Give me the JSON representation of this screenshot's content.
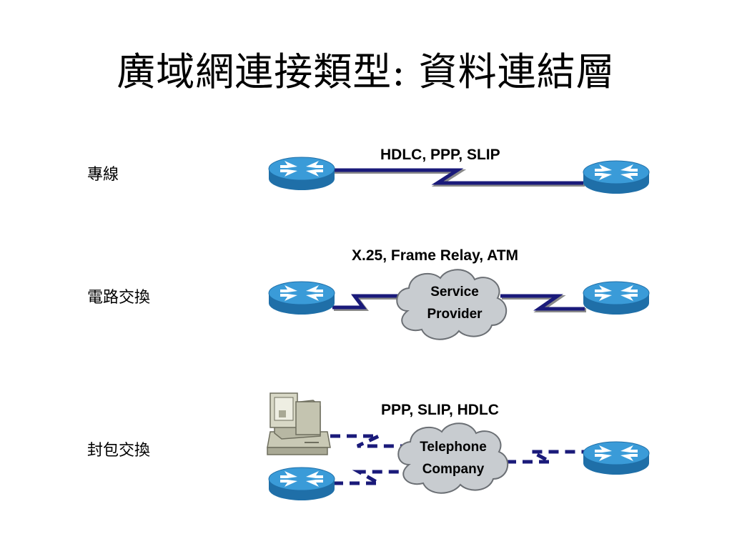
{
  "slide": {
    "title": "廣域網連接類型: 資料連結層"
  },
  "rows": [
    {
      "label": "專線",
      "protocols": "HDLC, PPP, SLIP"
    },
    {
      "label": "電路交換",
      "protocols": "X.25, Frame Relay, ATM",
      "cloud_line1": "Service",
      "cloud_line2": "Provider"
    },
    {
      "label": "封包交換",
      "protocols": "PPP, SLIP, HDLC",
      "cloud_line1": "Telephone",
      "cloud_line2": "Company"
    }
  ],
  "colors": {
    "link": "#1a1a7a",
    "router_top": "#2f8fcf",
    "router_side": "#1f6fa8",
    "cloud": "#c8ccd0"
  },
  "icons": [
    "router-icon",
    "cloud-icon",
    "computer-icon"
  ]
}
